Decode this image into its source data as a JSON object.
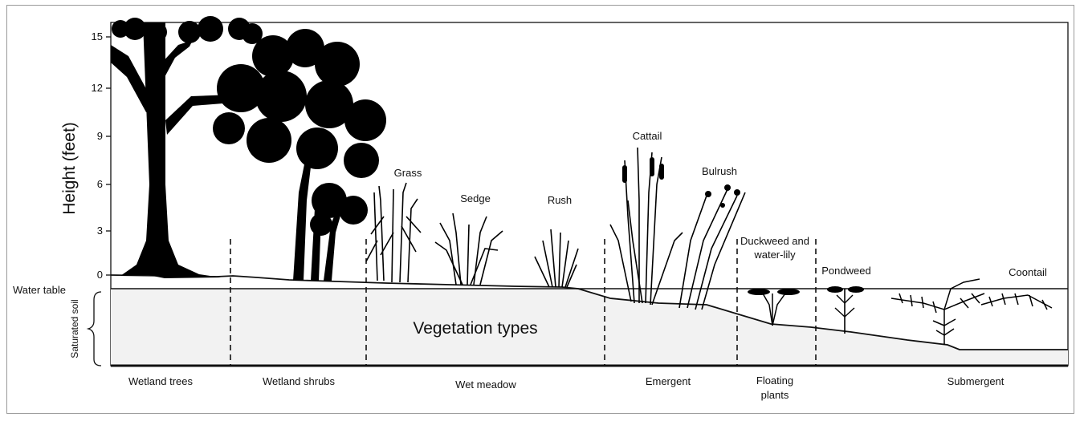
{
  "axis": {
    "ylabel": "Height (feet)",
    "ticks": [
      "0",
      "3",
      "6",
      "9",
      "12",
      "15"
    ]
  },
  "left_labels": {
    "water_table": "Water table",
    "saturated_soil": "Saturated soil"
  },
  "center_label": "Vegetation types",
  "plant_labels": {
    "grass": "Grass",
    "sedge": "Sedge",
    "rush": "Rush",
    "cattail": "Cattail",
    "bulrush": "Bulrush",
    "duckweed": "Duckweed and water-lily",
    "pondweed": "Pondweed",
    "coontail": "Coontail"
  },
  "zones": [
    {
      "label": "Wetland trees"
    },
    {
      "label": "Wetland shrubs"
    },
    {
      "label": "Wet meadow"
    },
    {
      "label": "Emergent"
    },
    {
      "label": "Floating plants"
    },
    {
      "label": "Submergent"
    }
  ],
  "colors": {
    "soil_fill": "#f2f2f2",
    "silhouette": "#000000",
    "line": "#111111"
  }
}
